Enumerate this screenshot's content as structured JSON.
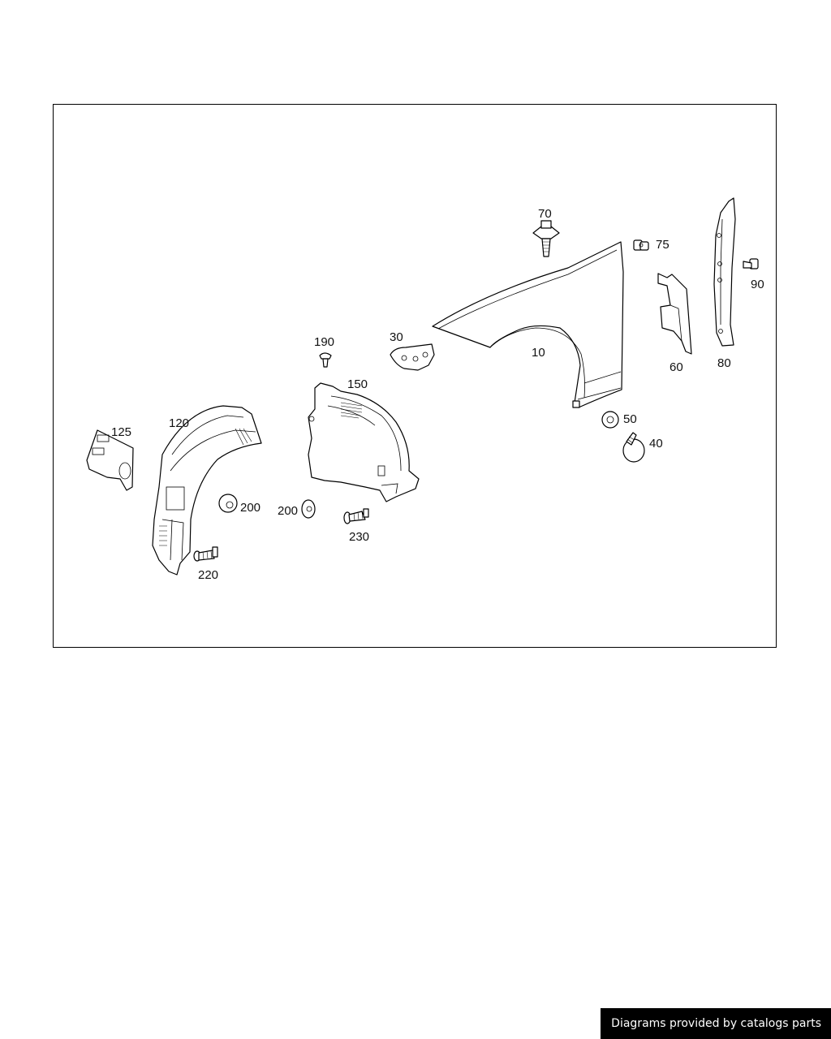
{
  "diagram": {
    "callouts": {
      "p10": "10",
      "p30": "30",
      "p40": "40",
      "p50": "50",
      "p60": "60",
      "p70": "70",
      "p75": "75",
      "p80": "80",
      "p90": "90",
      "p120": "120",
      "p125": "125",
      "p150": "150",
      "p190": "190",
      "p200a": "200",
      "p200b": "200",
      "p220": "220",
      "p230": "230"
    }
  },
  "watermark": {
    "text": "Diagrams provided by catalogs parts"
  }
}
